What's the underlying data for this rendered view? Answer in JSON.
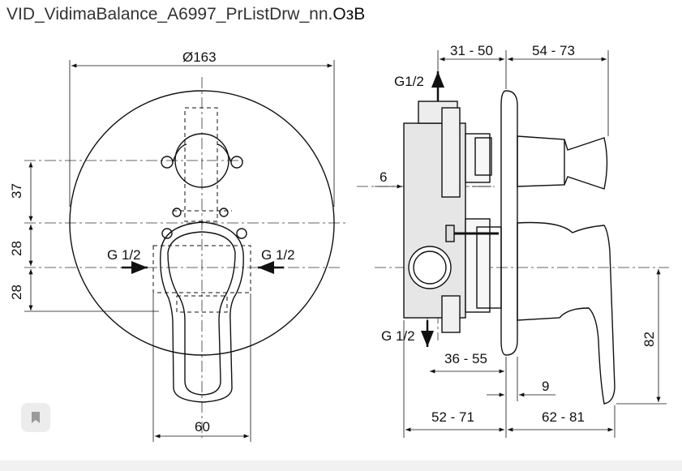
{
  "title": {
    "text": "VID_VidimaBalance_A6997_PrListDrw_nn.",
    "suffix": "ОзВ"
  },
  "front_view": {
    "diameter": "Ø163",
    "dim_37": "37",
    "dim_28_top": "28",
    "dim_28_bottom": "28",
    "inlet_left": "G 1/2",
    "inlet_right": "G 1/2",
    "width_60": "60"
  },
  "side_view": {
    "dim_31_50": "31 - 50",
    "dim_54_73": "54 - 73",
    "outlet_top": "G1/2",
    "dim_6": "6",
    "outlet_bottom": "G 1/2",
    "dim_36_55": "36 - 55",
    "dim_9": "9",
    "dim_82": "82",
    "dim_52_71": "52 - 71",
    "dim_62_81": "62 - 81"
  },
  "icons": {
    "bookmark": "bookmark-icon"
  }
}
